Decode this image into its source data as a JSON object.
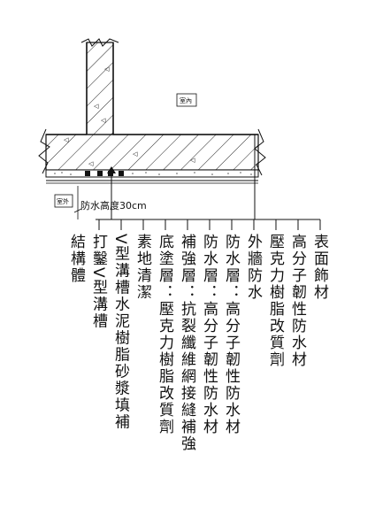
{
  "labels": {
    "indoor": "室內",
    "outdoor": "室外",
    "waterproof_height": "防水高度30cm"
  },
  "callouts": [
    "表面飾材",
    "高分子韌性防水材",
    "壓克力樹脂改質劑",
    "外牆防水",
    "防水層：高分子韌性防水材",
    "防水層：高分子韌性防水材",
    "補強層：抗裂纖維網接縫補強",
    "底塗層：壓克力樹脂改質劑",
    "素地清潔",
    "V型溝槽水泥樹脂砂漿填補",
    "打鑿V型溝槽",
    "結構體"
  ]
}
